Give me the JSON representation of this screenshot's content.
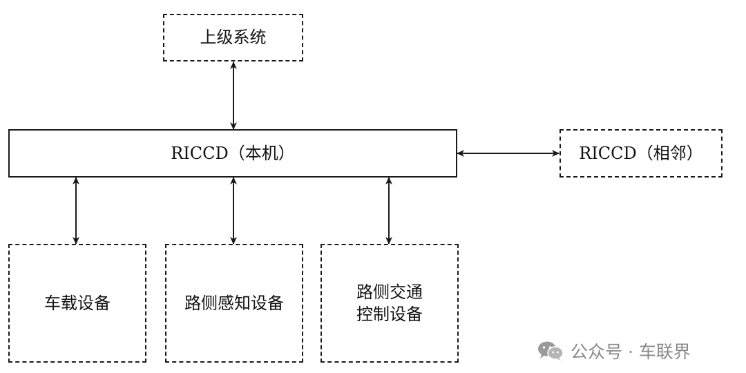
{
  "diagram": {
    "nodes": {
      "upper_system": "上级系统",
      "riccd_local": "RICCD（本机）",
      "riccd_neighbor": "RICCD（相邻）",
      "vehicle_device": "车载设备",
      "roadside_sensing": "路侧感知设备",
      "roadside_traffic_control": [
        "路侧交通",
        "控制设备"
      ]
    },
    "edges": [
      {
        "from": "upper_system",
        "to": "riccd_local",
        "direction": "both"
      },
      {
        "from": "riccd_local",
        "to": "riccd_neighbor",
        "direction": "both"
      },
      {
        "from": "riccd_local",
        "to": "vehicle_device",
        "direction": "both"
      },
      {
        "from": "riccd_local",
        "to": "roadside_sensing",
        "direction": "both"
      },
      {
        "from": "riccd_local",
        "to": "roadside_traffic_control",
        "direction": "both"
      }
    ]
  },
  "watermark": {
    "text": "公众号 · 车联界",
    "icon": "wechat-icon"
  }
}
